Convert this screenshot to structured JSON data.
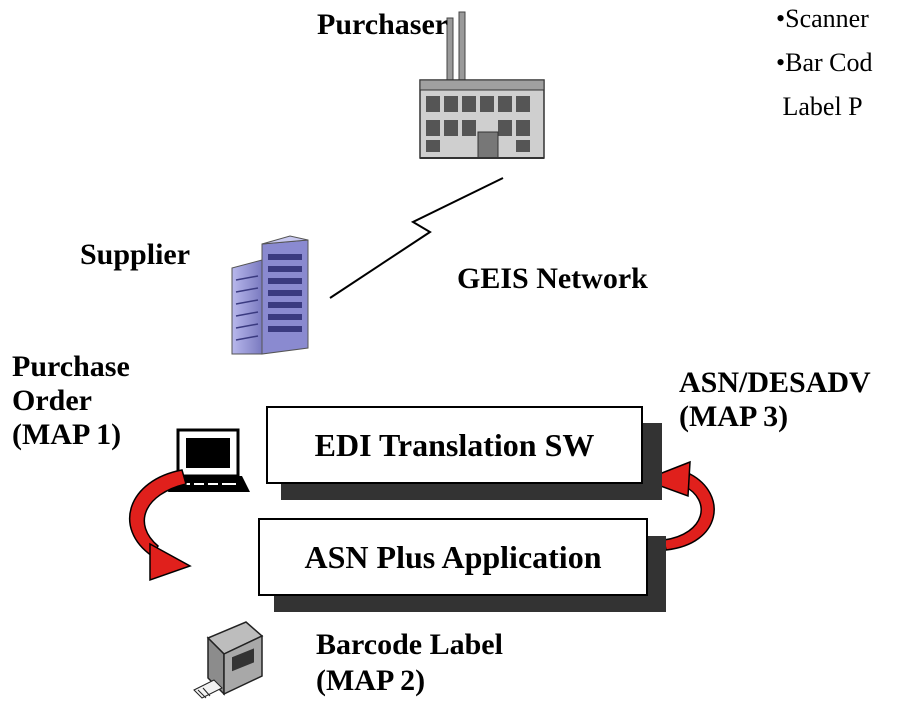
{
  "labels": {
    "purchaser": "Purchaser",
    "supplier": "Supplier",
    "network": "GEIS Network",
    "purchase_order_1": "Purchase",
    "purchase_order_2": "Order",
    "purchase_order_3": "(MAP 1)",
    "asn_desadv_1": "ASN/DESADV",
    "asn_desadv_2": "(MAP 3)",
    "barcode_1": "Barcode Label",
    "barcode_2": "(MAP 2)"
  },
  "bullets": [
    {
      "text": "•Scanner"
    },
    {
      "text": "•Bar Cod"
    },
    {
      "text": " Label P"
    }
  ],
  "boxes": {
    "edi": "EDI Translation SW",
    "asn_plus": "ASN Plus Application"
  },
  "icons": {
    "purchaser": "factory-icon",
    "supplier": "office-building-icon",
    "computer": "computer-terminal-icon",
    "printer": "label-printer-icon",
    "link": "lightning-link-icon"
  },
  "colors": {
    "arrow": "#e0201c",
    "shadow": "#333333",
    "building": "#9a9ad8"
  }
}
